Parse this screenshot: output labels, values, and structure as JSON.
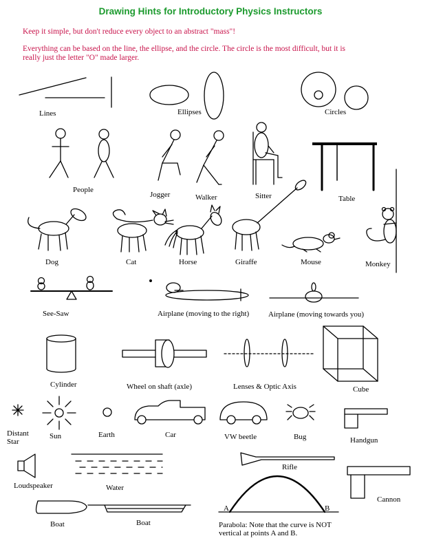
{
  "title": "Drawing Hints for Introductory Physics Instructors",
  "intro": {
    "line1": "Keep it simple, but don't reduce every object to an abstract \"mass\"!",
    "line2": "Everything can be based on the line, the ellipse, and the circle.  The circle is the most difficult, but it is",
    "line3": "really just the letter \"O\" made larger."
  },
  "labels": {
    "lines": "Lines",
    "ellipses": "Ellipses",
    "circles": "Circles",
    "people": "People",
    "jogger": "Jogger",
    "walker": "Walker",
    "sitter": "Sitter",
    "table": "Table",
    "dog": "Dog",
    "cat": "Cat",
    "horse": "Horse",
    "giraffe": "Giraffe",
    "mouse": "Mouse",
    "monkey": "Monkey",
    "see_saw": "See-Saw",
    "airplane_right": "Airplane (moving to the right)",
    "airplane_towards": "Airplane (moving towards you)",
    "cylinder": "Cylinder",
    "wheel": "Wheel on shaft (axle)",
    "lenses": "Lenses & Optic Axis",
    "cube": "Cube",
    "distant_star_1": "Distant",
    "distant_star_2": "Star",
    "sun": "Sun",
    "earth": "Earth",
    "car": "Car",
    "vw_beetle": "VW beetle",
    "bug": "Bug",
    "handgun": "Handgun",
    "loudspeaker": "Loudspeaker",
    "water": "Water",
    "rifle": "Rifle",
    "cannon": "Cannon",
    "boat1": "Boat",
    "boat2": "Boat",
    "point_a": "A",
    "point_b": "B",
    "parabola_1": "Parabola:  Note that the curve is NOT",
    "parabola_2": "vertical at points A and B."
  }
}
